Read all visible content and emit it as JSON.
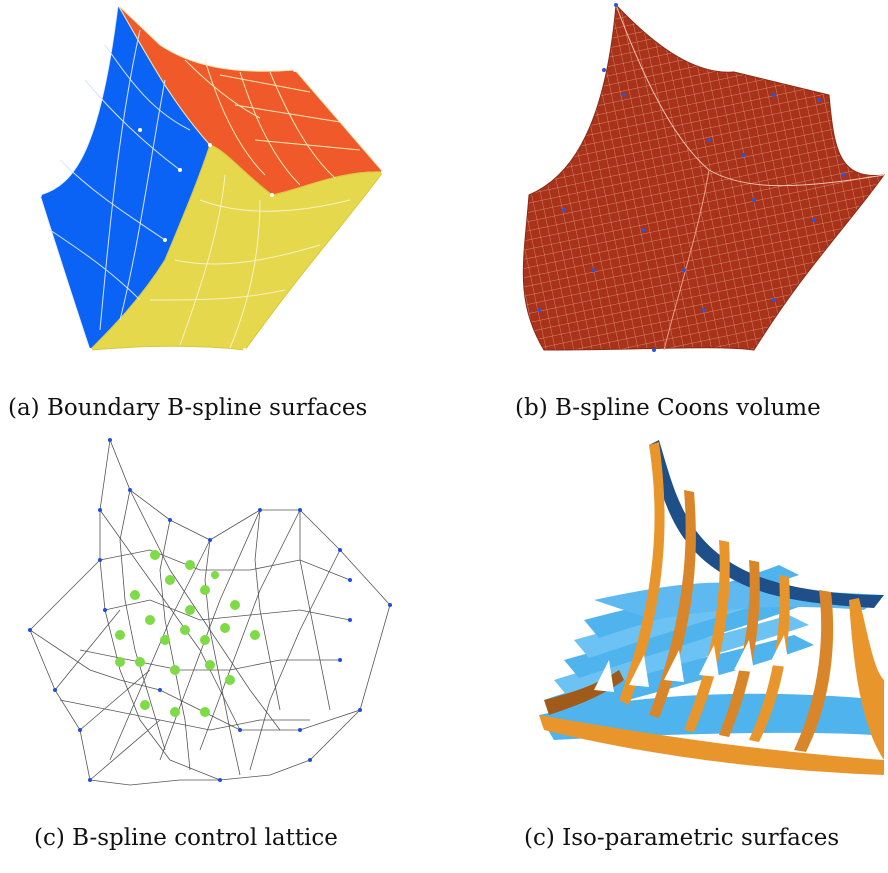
{
  "figure": {
    "panels": [
      {
        "caption": "(a) Boundary B-spline surfaces",
        "colors": [
          "#0a63f5",
          "#f05a2a",
          "#e5d84c"
        ]
      },
      {
        "caption": "(b) B-spline Coons volume",
        "colors": [
          "#a8321a",
          "#2b55d6"
        ]
      },
      {
        "caption": "(c) B-spline control lattice",
        "colors": [
          "#555555",
          "#1f4fd8",
          "#7ddb45"
        ]
      },
      {
        "caption": "(c) Iso-parametric surfaces",
        "colors": [
          "#e8962b",
          "#4fb3ee",
          "#1e4f88"
        ]
      }
    ]
  }
}
